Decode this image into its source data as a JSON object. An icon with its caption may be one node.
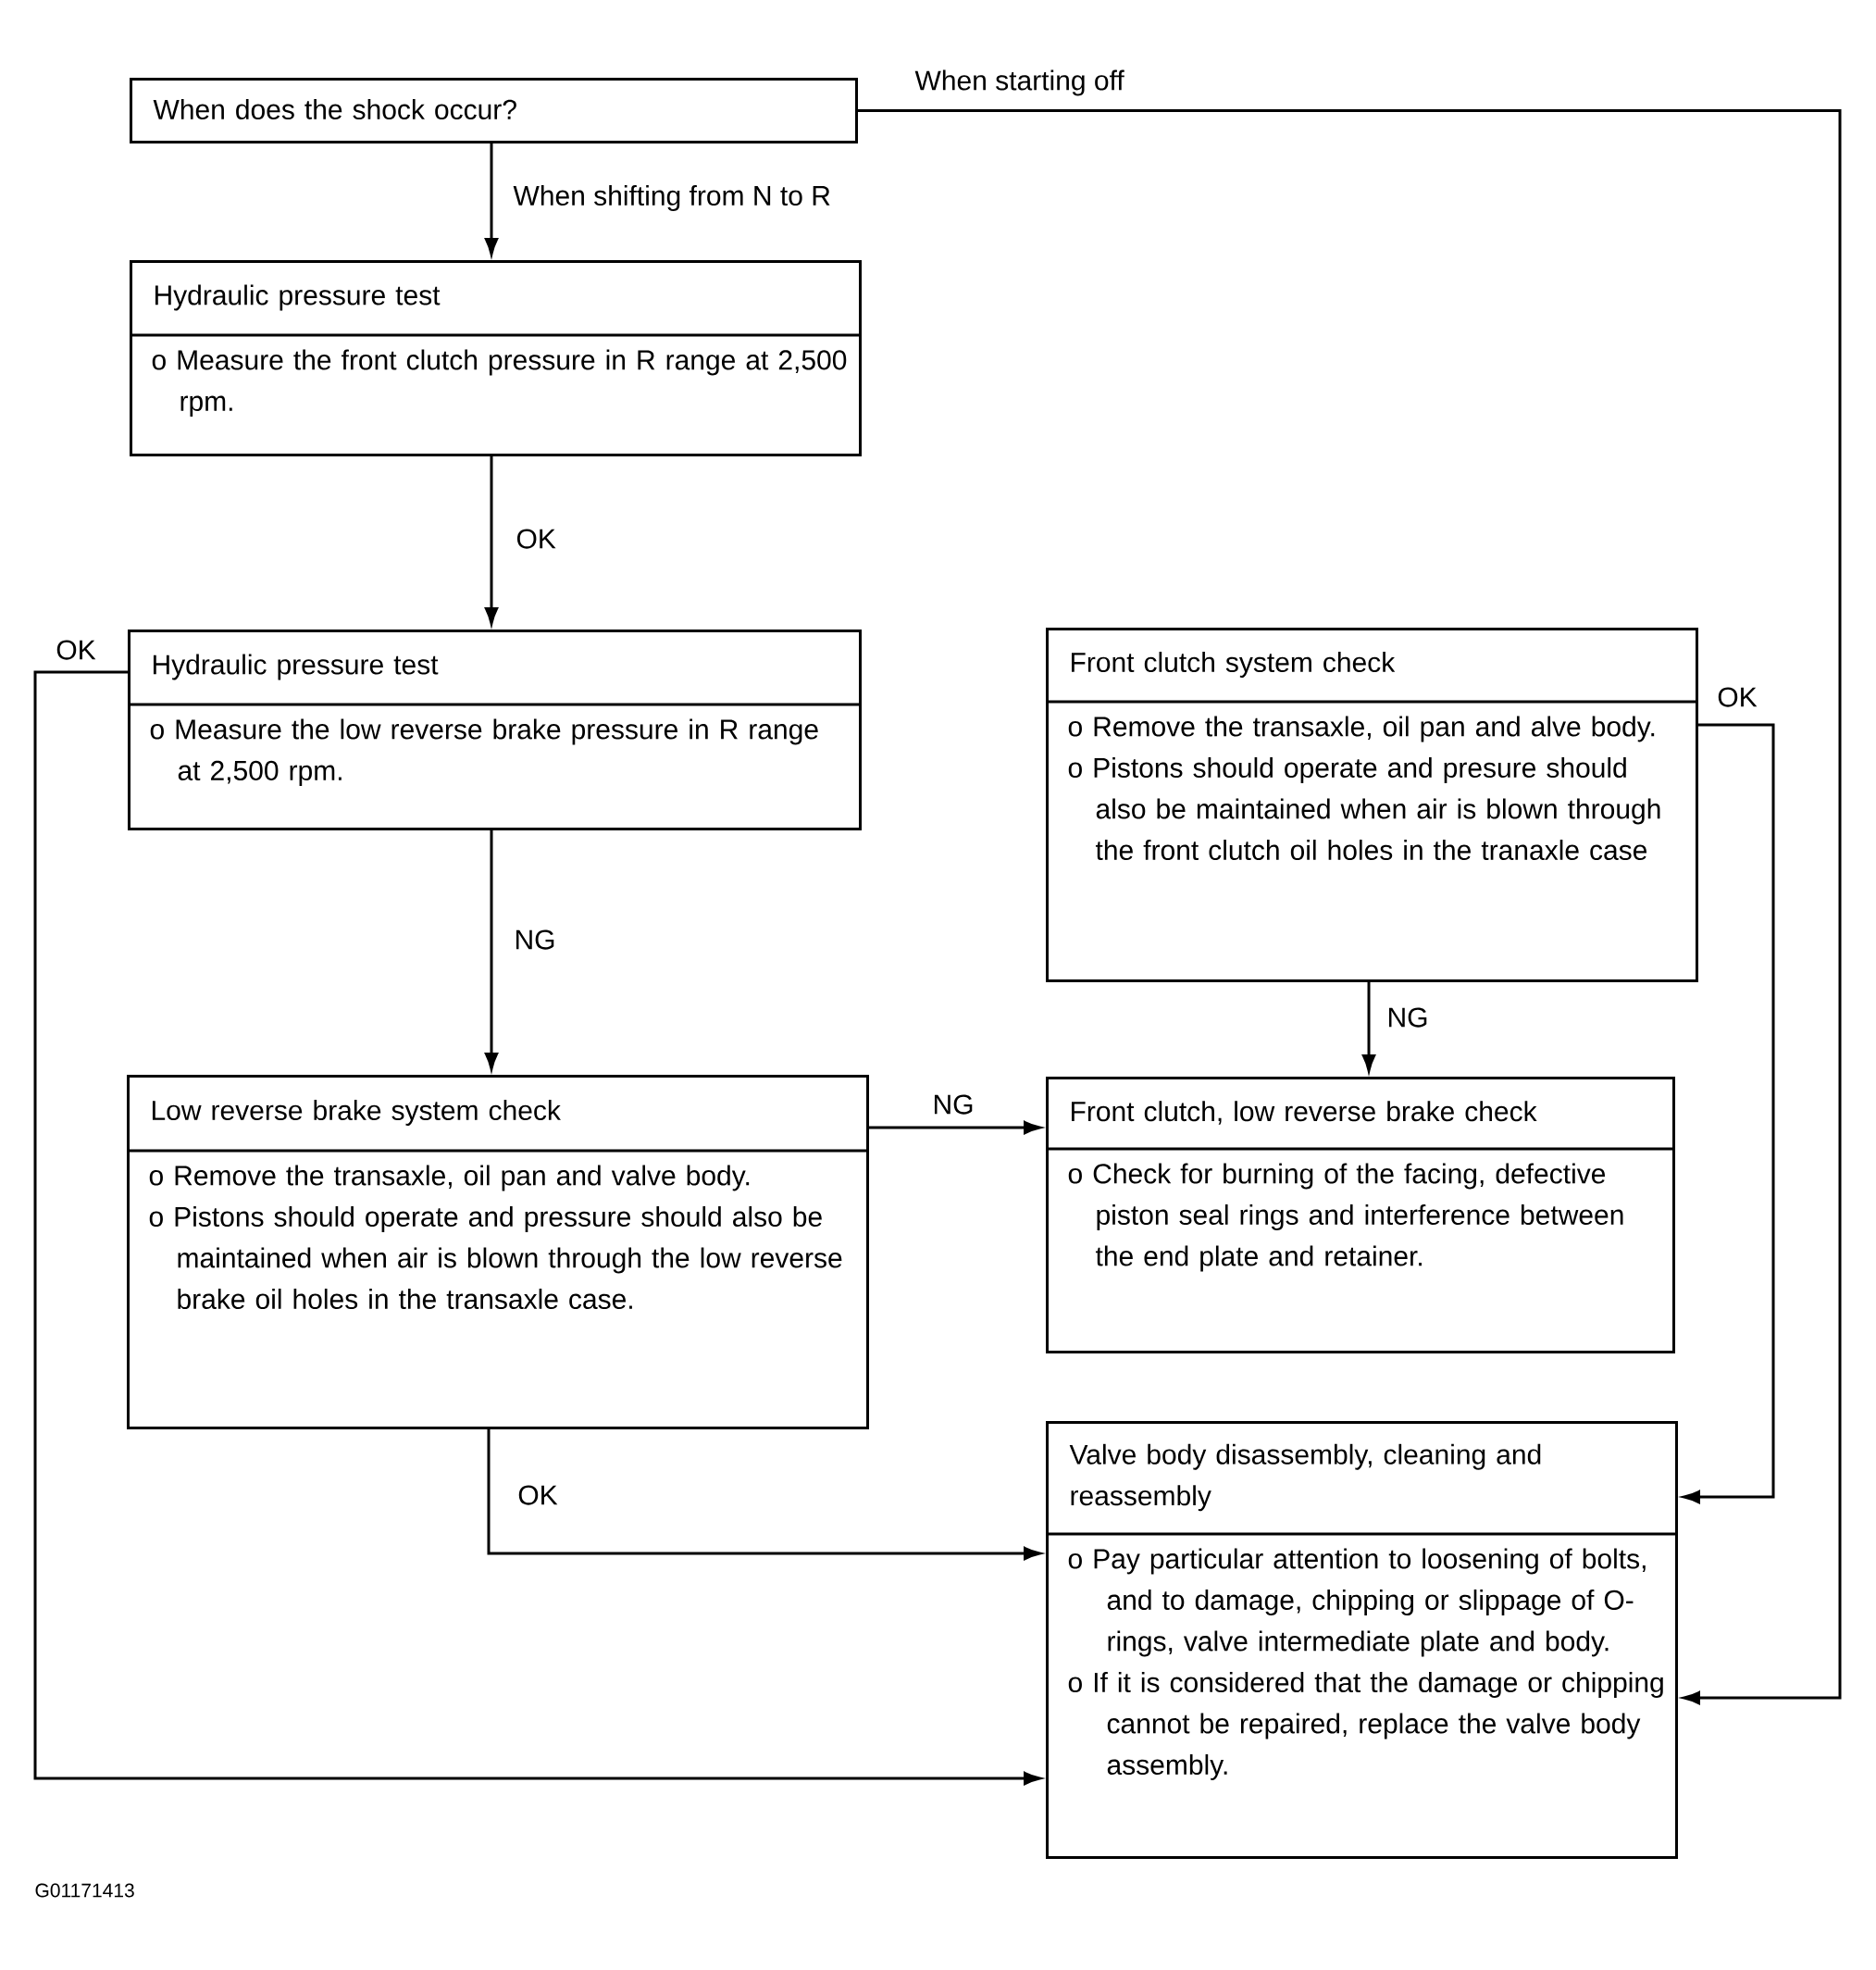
{
  "diagram": {
    "nodes": [
      {
        "text": [
          "When does the shock occur?"
        ]
      },
      {
        "text": [
          "Hydraulic pressure test",
          "o Measure the front clutch pressure in R range at 2,500 rpm."
        ]
      },
      {
        "text": [
          "Hydraulic pressure test",
          "o Measure the low reverse brake pressure in R range at 2,500 rpm."
        ]
      },
      {
        "text": [
          "Front clutch system check",
          "o Remove the transaxle, oil pan and alve body.",
          "o Pistons should operate and presure should also be maintained when air is blown through the front clutch oil holes in the tranaxle case"
        ]
      },
      {
        "text": [
          "Low reverse brake system check",
          "o Remove the transaxle, oil pan and valve body.",
          "o Pistons should operate and pressure should also be maintained when air is blown through the low reverse brake oil holes in the transaxle case."
        ]
      },
      {
        "text": [
          "Front clutch, low reverse brake check",
          "o Check for burning of the facing, defective piston seal rings and interference between the end plate and retainer."
        ]
      },
      {
        "text": [
          "Valve body disassembly, cleaning and reassembly",
          "o  Pay particular attention to loosening of bolts, and to damage, chipping or slippage of O-rings, valve intermediate plate and body.",
          "o  If it is considered that the damage or chipping cannot be repaired, replace the valve body assembly."
        ]
      }
    ],
    "edges": [
      {
        "from": 0,
        "to": 1,
        "arrow": "to",
        "label": "When shifting from N to R"
      },
      {
        "from": 0,
        "to": 6,
        "arrow": "to",
        "label": "When starting off"
      },
      {
        "from": 1,
        "to": 2,
        "arrow": "to",
        "label": "OK"
      },
      {
        "from": 2,
        "to": 4,
        "arrow": "to",
        "label": "NG"
      },
      {
        "from": 2,
        "to": 6,
        "arrow": "to",
        "label": "OK"
      },
      {
        "from": 3,
        "to": 5,
        "arrow": "to",
        "label": "NG"
      },
      {
        "from": 3,
        "to": 6,
        "arrow": "to",
        "label": "OK"
      },
      {
        "from": 4,
        "to": 5,
        "arrow": "to",
        "label": "NG"
      },
      {
        "from": 4,
        "to": 6,
        "arrow": "to",
        "label": "OK"
      }
    ],
    "labels": [
      "G01171413"
    ]
  }
}
